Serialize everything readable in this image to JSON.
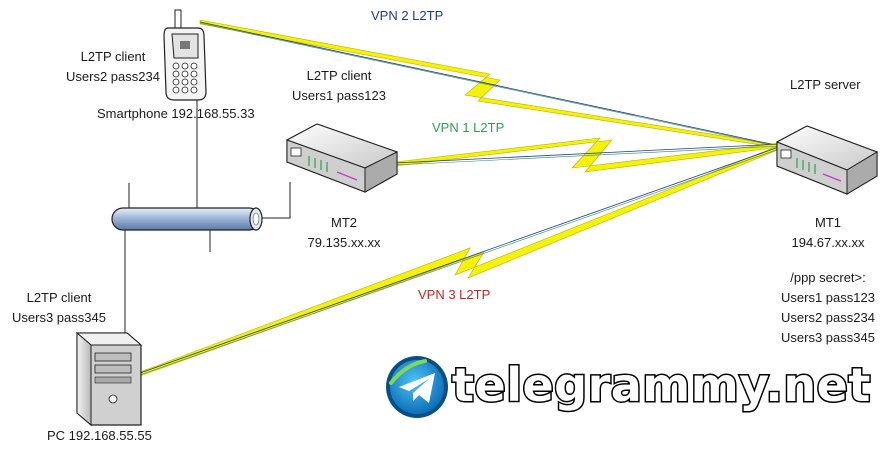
{
  "nodes": {
    "smartphone": {
      "role_line1": "L2TP client",
      "role_line2": "Users2 pass234",
      "name": "Smartphone 192.168.55.33"
    },
    "mt2": {
      "role_line1": "L2TP client",
      "role_line2": "Users1 pass123",
      "name": "MT2",
      "ip": "79.135.xx.xx"
    },
    "mt1": {
      "role": "L2TP server",
      "name": "MT1",
      "ip": "194.67.xx.xx",
      "secrets_header": "/ppp secret>:",
      "secrets": [
        "Users1 pass123",
        "Users2 pass234",
        "Users3 pass345"
      ]
    },
    "pc": {
      "role_line1": "L2TP client",
      "role_line2": "Users3 pass345",
      "name": "PC 192.168.55.55"
    }
  },
  "tunnels": [
    {
      "label": "VPN 2 L2TP",
      "color": "#1f3a93"
    },
    {
      "label": "VPN 1 L2TP",
      "color": "#2e9e4f"
    },
    {
      "label": "VPN 3 L2TP",
      "color": "#d02020"
    }
  ],
  "bolt_color": "#f2f20a",
  "watermark": "telegrammy.net"
}
